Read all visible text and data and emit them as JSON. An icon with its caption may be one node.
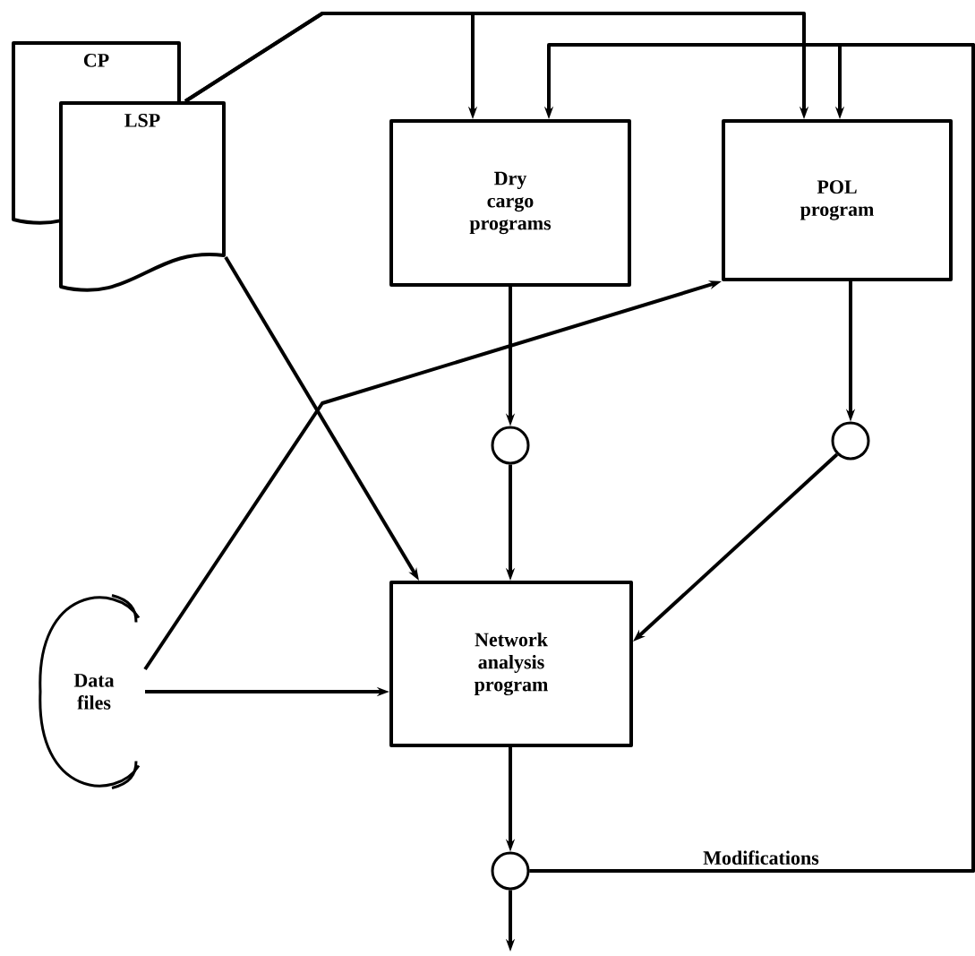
{
  "diagram": {
    "nodes": [
      {
        "text": [
          "CP"
        ]
      },
      {
        "text": [
          "LSP"
        ]
      },
      {
        "text": [
          "Dry cargo programs"
        ]
      },
      {
        "text": [
          "POL program"
        ]
      },
      {
        "text": [],
        "shape": "circle"
      },
      {
        "text": [],
        "shape": "circle"
      },
      {
        "text": [
          "Network analysis program"
        ]
      },
      {
        "text": [
          "Data files"
        ]
      },
      {
        "text": [],
        "shape": "circle"
      }
    ],
    "edges": [
      {
        "from": 1,
        "to": 2,
        "arrow": "to"
      },
      {
        "from": 1,
        "to": 3,
        "arrow": "to"
      },
      {
        "from": 1,
        "to": 6,
        "arrow": "to"
      },
      {
        "from": 7,
        "to": 3,
        "arrow": "to"
      },
      {
        "from": 7,
        "to": 6,
        "arrow": "to"
      },
      {
        "from": 2,
        "to": 4,
        "arrow": "to"
      },
      {
        "from": 4,
        "to": 6,
        "arrow": "to"
      },
      {
        "from": 3,
        "to": 5,
        "arrow": "to"
      },
      {
        "from": 5,
        "to": 6,
        "arrow": "to"
      },
      {
        "from": 6,
        "to": 8,
        "arrow": "to"
      },
      {
        "from": 8,
        "to": 2,
        "arrow": "to",
        "label": "Modifications"
      },
      {
        "from": 8,
        "to": 3,
        "arrow": "to"
      },
      {
        "from": 8,
        "to": null,
        "arrow": "to"
      }
    ]
  }
}
